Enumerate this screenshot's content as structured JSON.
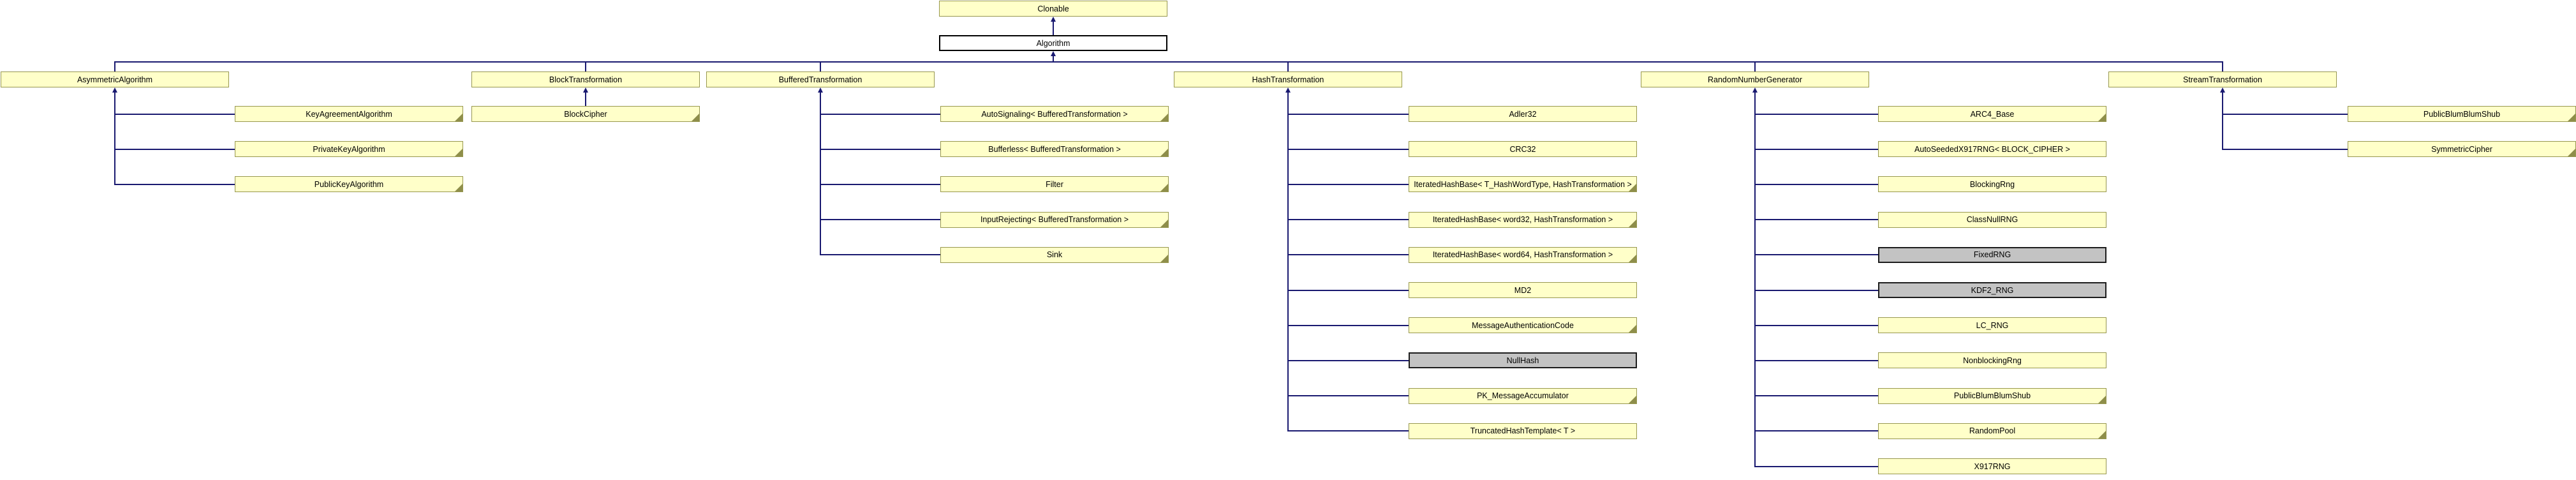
{
  "diagram": {
    "root": {
      "label": "Clonable"
    },
    "base": {
      "label": "Algorithm"
    },
    "groups": [
      {
        "parent": {
          "label": "AsymmetricAlgorithm"
        },
        "children": [
          {
            "label": "KeyAgreementAlgorithm",
            "fold": true
          },
          {
            "label": "PrivateKeyAlgorithm",
            "fold": true
          },
          {
            "label": "PublicKeyAlgorithm",
            "fold": true
          }
        ]
      },
      {
        "parent": {
          "label": "BlockTransformation"
        },
        "stacked": true,
        "children": [
          {
            "label": "BlockCipher",
            "fold": true
          }
        ]
      },
      {
        "parent": {
          "label": "BufferedTransformation"
        },
        "children": [
          {
            "label": "AutoSignaling< BufferedTransformation >",
            "fold": true
          },
          {
            "label": "Bufferless< BufferedTransformation >",
            "fold": true
          },
          {
            "label": "Filter",
            "fold": true
          },
          {
            "label": "InputRejecting< BufferedTransformation >",
            "fold": true
          },
          {
            "label": "Sink",
            "fold": true
          }
        ]
      },
      {
        "parent": {
          "label": "HashTransformation"
        },
        "children": [
          {
            "label": "Adler32"
          },
          {
            "label": "CRC32"
          },
          {
            "label": "IteratedHashBase< T_HashWordType, HashTransformation >",
            "fold": true
          },
          {
            "label": "IteratedHashBase< word32, HashTransformation >",
            "fold": true
          },
          {
            "label": "IteratedHashBase< word64, HashTransformation >",
            "fold": true
          },
          {
            "label": "MD2"
          },
          {
            "label": "MessageAuthenticationCode",
            "fold": true
          },
          {
            "label": "NullHash",
            "gray": true
          },
          {
            "label": "PK_MessageAccumulator",
            "fold": true
          },
          {
            "label": "TruncatedHashTemplate< T >"
          }
        ]
      },
      {
        "parent": {
          "label": "RandomNumberGenerator"
        },
        "children": [
          {
            "label": "ARC4_Base",
            "fold": true
          },
          {
            "label": "AutoSeededX917RNG< BLOCK_CIPHER >"
          },
          {
            "label": "BlockingRng"
          },
          {
            "label": "ClassNullRNG"
          },
          {
            "label": "FixedRNG",
            "gray": true
          },
          {
            "label": "KDF2_RNG",
            "gray": true
          },
          {
            "label": "LC_RNG"
          },
          {
            "label": "NonblockingRng"
          },
          {
            "label": "PublicBlumBlumShub",
            "fold": true
          },
          {
            "label": "RandomPool",
            "fold": true
          },
          {
            "label": "X917RNG"
          }
        ]
      },
      {
        "parent": {
          "label": "StreamTransformation"
        },
        "children": [
          {
            "label": "PublicBlumBlumShub",
            "fold": true
          },
          {
            "label": "SymmetricCipher",
            "fold": true
          }
        ]
      }
    ],
    "colors": {
      "node_fill": "#FFFFC9",
      "node_border": "#97974F",
      "fold": "#8E8E4A",
      "gray_fill": "#C3C3C3",
      "gray_border": "#1C1C1C",
      "base_fill": "#FFFFFF",
      "base_border": "#000000",
      "edge": "#191970",
      "text": "#000000"
    }
  }
}
